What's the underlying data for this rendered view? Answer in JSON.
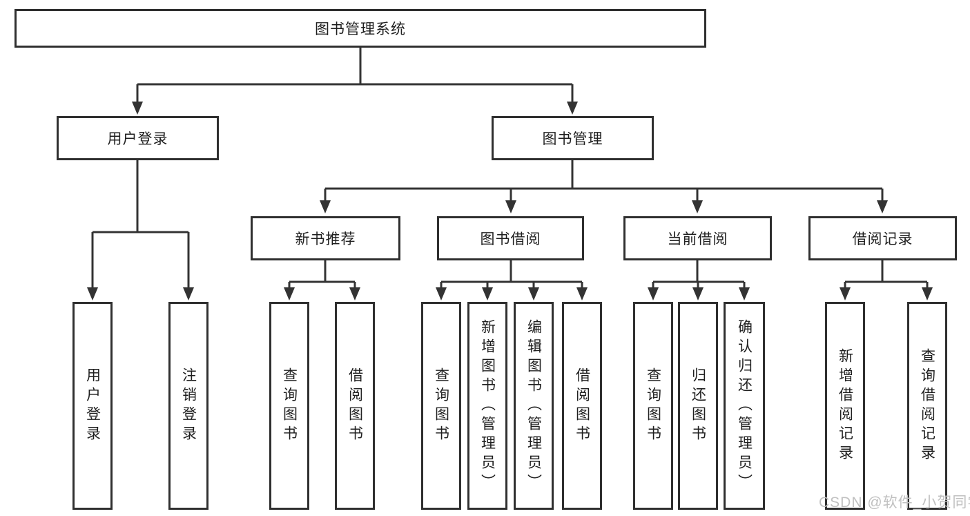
{
  "diagram": {
    "root": {
      "label": "图书管理系统"
    },
    "level2": {
      "user_login": {
        "label": "用户登录"
      },
      "book_management": {
        "label": "图书管理"
      }
    },
    "level3": {
      "new_book_recommend": {
        "label": "新书推荐"
      },
      "book_borrow": {
        "label": "图书借阅"
      },
      "current_borrow": {
        "label": "当前借阅"
      },
      "borrow_records": {
        "label": "借阅记录"
      }
    },
    "leaves": {
      "user": [
        "用户登录",
        "注销登录"
      ],
      "recommend": [
        "查询图书",
        "借阅图书"
      ],
      "borrow": [
        "查询图书",
        "新增图书（管理员）",
        "编辑图书（管理员）",
        "借阅图书"
      ],
      "current": [
        "查询图书",
        "归还图书",
        "确认归还（管理员）"
      ],
      "records": [
        "新增借阅记录",
        "查询借阅记录"
      ]
    }
  },
  "watermark": {
    "text": "CSDN @软件_小贺同学"
  },
  "colors": {
    "line": "#333333",
    "border": "#2f2f2f",
    "text": "#1f1f1f",
    "watermark": "#c0c0c0",
    "background": "#ffffff"
  }
}
